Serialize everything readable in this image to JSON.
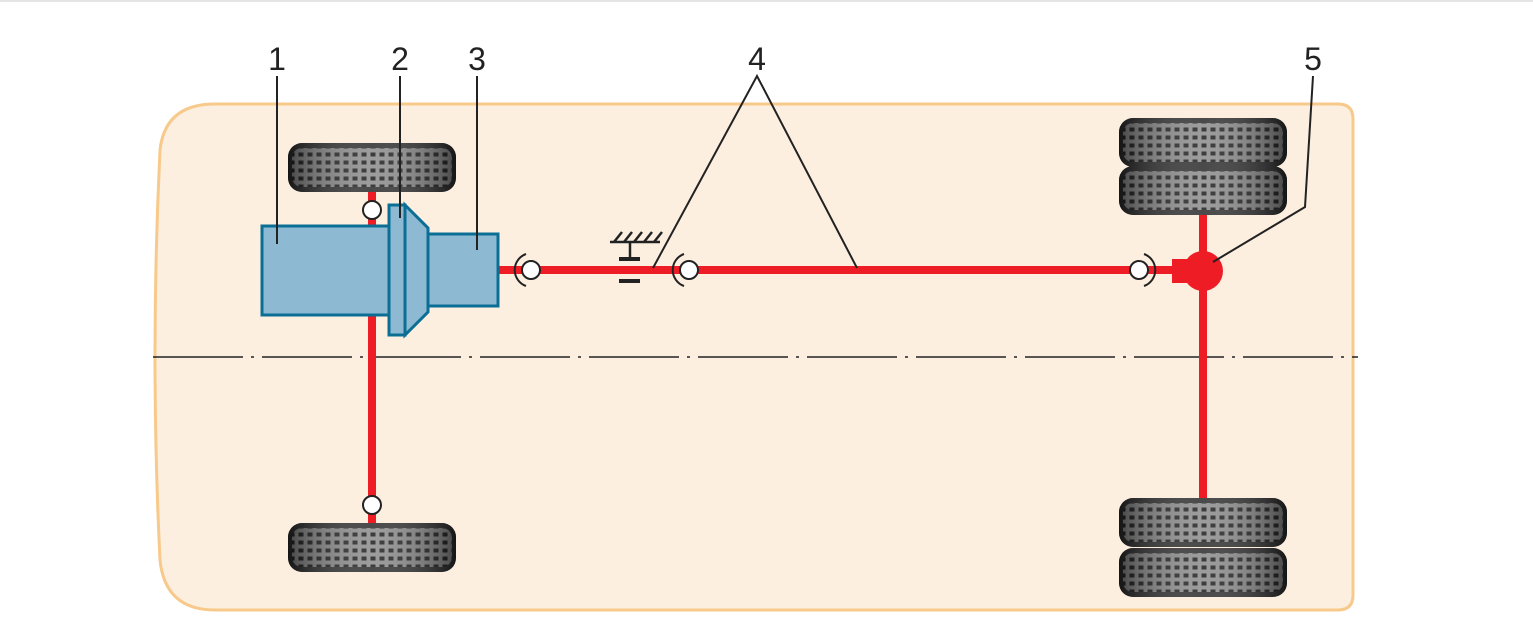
{
  "diagram": {
    "labels": [
      "1",
      "2",
      "3",
      "4",
      "5"
    ],
    "colors": {
      "body_fill": "#fdefe0",
      "body_stroke": "#f7c98a",
      "shaft": "#ee1c25",
      "component_fill": "#8dbad2",
      "component_stroke": "#0a6e95",
      "tire": "#3a3a3a"
    }
  }
}
